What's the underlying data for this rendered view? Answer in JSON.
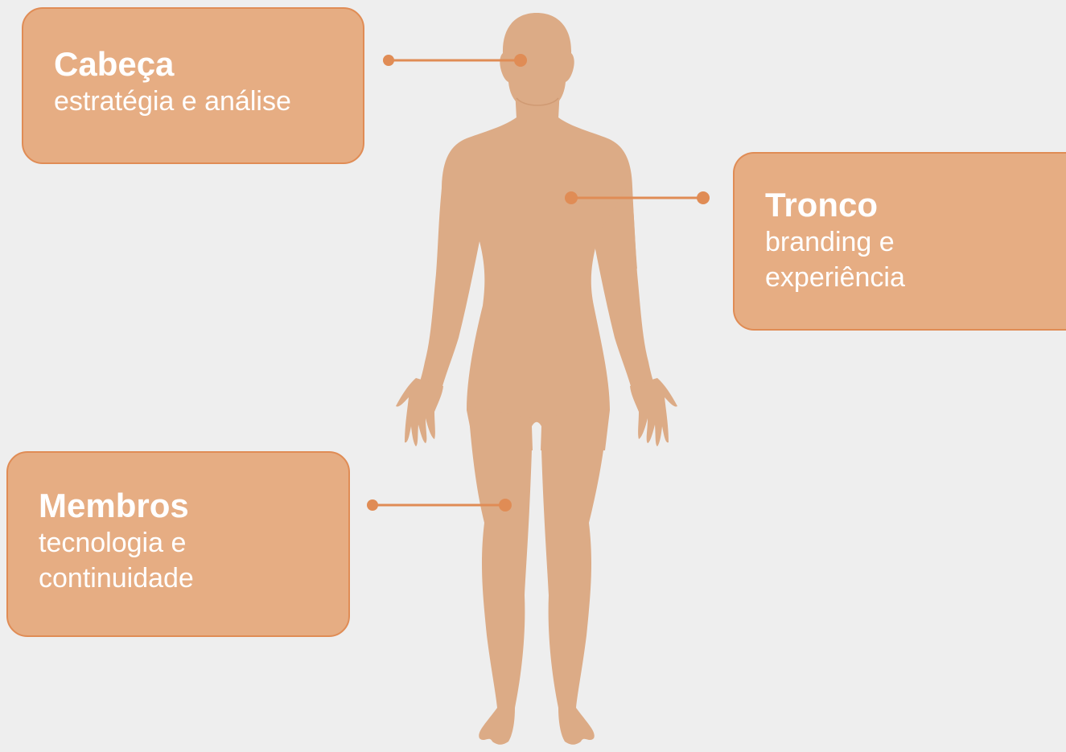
{
  "colors": {
    "background": "#eeeeee",
    "body": "#dcab86",
    "card_fill": "#e6ad83",
    "card_border": "#e08c55",
    "connector": "#e08c55",
    "text": "#ffffff"
  },
  "labels": {
    "head": {
      "title": "Cabeça",
      "subtitle": "estratégia e análise"
    },
    "trunk": {
      "title": "Tronco",
      "subtitle": "branding e\nexperiência"
    },
    "limbs": {
      "title": "Membros",
      "subtitle": "tecnologia e\ncontinuidade"
    }
  },
  "icons": {
    "figure": "human-body-silhouette"
  }
}
